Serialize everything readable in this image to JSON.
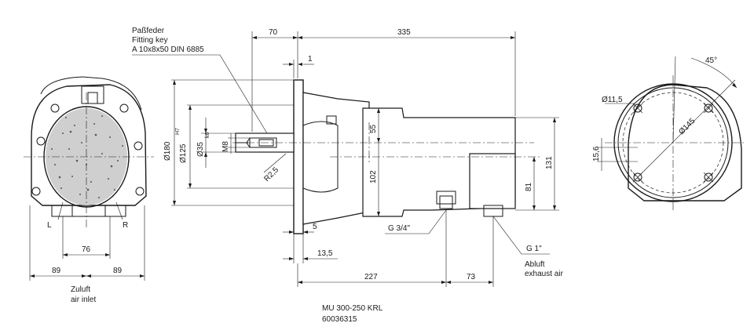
{
  "labels": {
    "key_de": "Paßfeder",
    "key_en": "Fitting key",
    "key_spec": "A 10x8x50 DIN 6885",
    "inlet_de": "Zuluft",
    "inlet_en": "air inlet",
    "exhaust_de": "Abluft",
    "exhaust_en": "exhaust air",
    "port_inlet": "G 3/4\"",
    "port_exhaust": "G 1\"",
    "side_left": "L",
    "side_right": "R",
    "model": "MU 300-250 KRL",
    "article": "60036315"
  },
  "dimensions": {
    "d70": "70",
    "d335": "335",
    "d1": "1",
    "d180": "Ø180",
    "d125": "Ø125",
    "d125_tol": "H7",
    "d35": "Ø35",
    "d35_tol": "k6",
    "dM8": "M8",
    "dR25": "R2,5",
    "d55": "55",
    "d102": "102",
    "d131": "131",
    "d81": "81",
    "d5": "5",
    "d135": "13,5",
    "d227": "227",
    "d73": "73",
    "d76": "76",
    "d89l": "89",
    "d89r": "89",
    "d115": "Ø11,5",
    "d145": "Ø145",
    "d156": "15,6",
    "a45": "45°"
  }
}
